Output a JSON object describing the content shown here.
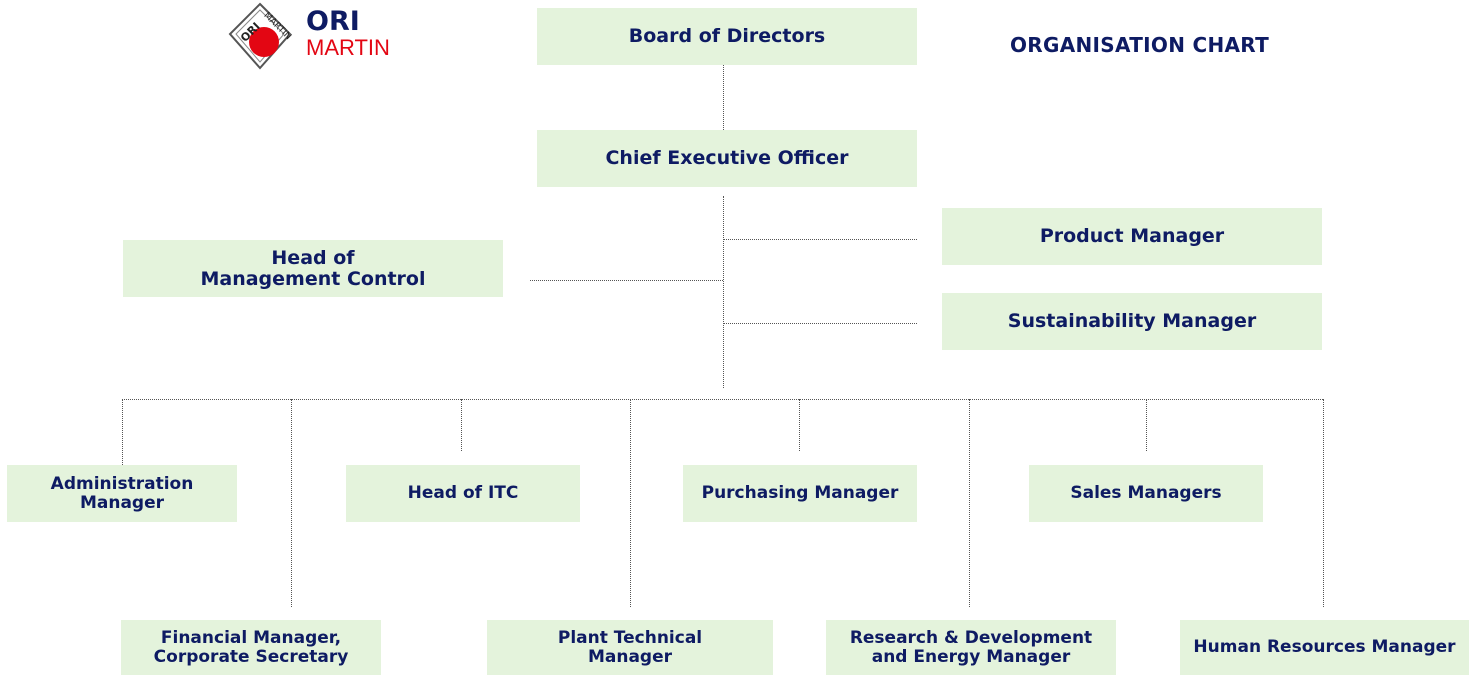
{
  "logo": {
    "word1": "ORI",
    "word2": "MARTIN",
    "mark_text": "ORI",
    "mark_text2": "MARTIN",
    "brand_red": "#e30613"
  },
  "title": "ORGANISATION CHART",
  "colors": {
    "box": "#e4f3dc",
    "text": "#0e1b63",
    "lines": "#555555"
  },
  "nodes": {
    "board": "Board of Directors",
    "ceo": "Chief Executive Officer",
    "product": "Product Manager",
    "sustainability": "Sustainability Manager",
    "mgmt_control": "Head of\nManagement Control",
    "administration": "Administration\nManager",
    "itc": "Head of ITC",
    "purchasing": "Purchasing Manager",
    "sales": "Sales Managers",
    "financial": "Financial Manager,\nCorporate Secretary",
    "plant": "Plant Technical\nManager",
    "rnd": "Research & Development\nand Energy Manager",
    "hr": "Human Resources Manager"
  }
}
